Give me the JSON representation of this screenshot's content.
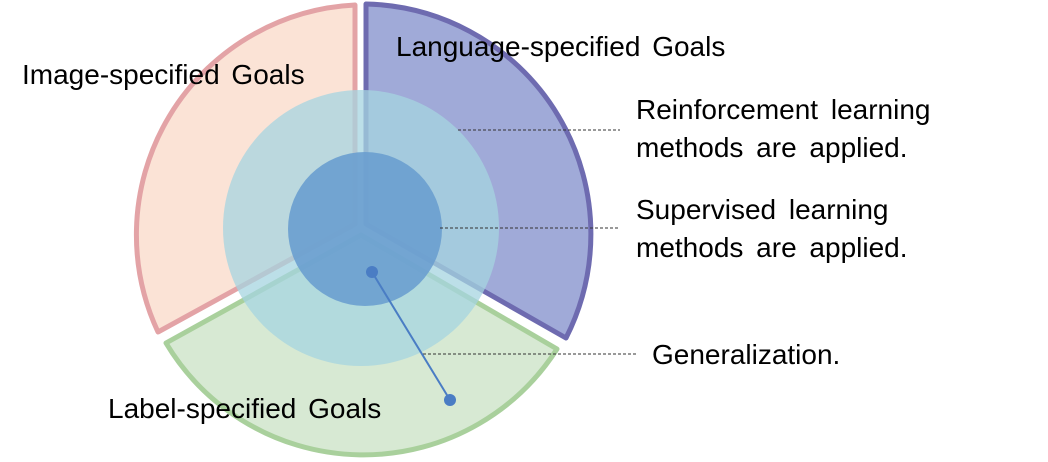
{
  "sectors": {
    "image": {
      "label": "Image-specified Goals"
    },
    "language": {
      "label": "Language-specified Goals"
    },
    "label": {
      "label": "Label-specified Goals"
    }
  },
  "annotations": {
    "reinforcement": {
      "line1": "Reinforcement learning",
      "line2": "methods are applied."
    },
    "supervised": {
      "line1": "Supervised learning",
      "line2": "methods are applied."
    },
    "generalization": {
      "text": "Generalization."
    }
  },
  "colors": {
    "image_fill": "#FBE3D6",
    "image_stroke": "#E3A3A6",
    "language_fill": "#A0AAD8",
    "language_stroke": "#6E6BB0",
    "label_fill": "#D7E9D3",
    "label_stroke": "#A9D09C",
    "middle_circle": "#A5D4E0",
    "inner_circle": "#6A9FCF",
    "pointer": "#4A7DC4"
  }
}
